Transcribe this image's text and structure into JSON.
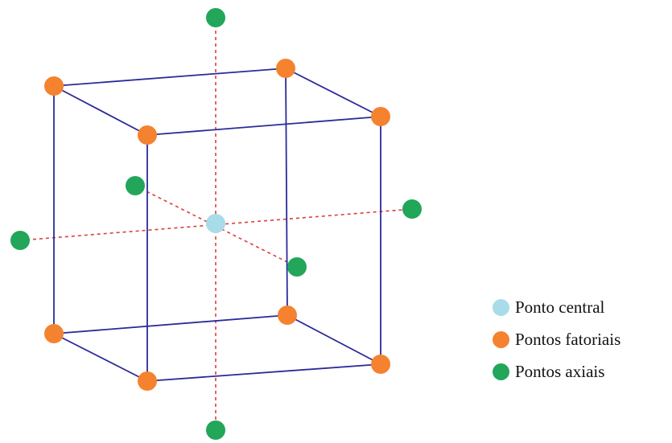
{
  "colors": {
    "central": "#a8dce8",
    "factorial": "#f5822f",
    "axial": "#22a65a",
    "edge": "#2b2b9a",
    "axis": "#d9403a"
  },
  "points": {
    "central": [
      {
        "id": "center"
      }
    ],
    "factorial": [
      {
        "id": "top-back-left"
      },
      {
        "id": "top-back-right"
      },
      {
        "id": "top-front-left"
      },
      {
        "id": "top-front-right"
      },
      {
        "id": "bottom-back-left"
      },
      {
        "id": "bottom-back-right"
      },
      {
        "id": "bottom-front-left"
      },
      {
        "id": "bottom-front-right"
      }
    ],
    "axial": [
      {
        "id": "axial-top"
      },
      {
        "id": "axial-bottom"
      },
      {
        "id": "axial-left"
      },
      {
        "id": "axial-right"
      },
      {
        "id": "axial-back"
      },
      {
        "id": "axial-front"
      }
    ]
  },
  "legend": [
    {
      "label": "Ponto central",
      "color": "#a8dce8",
      "icon": "circle-icon"
    },
    {
      "label": "Pontos fatoriais",
      "color": "#f5822f",
      "icon": "circle-icon"
    },
    {
      "label": "Pontos axiais",
      "color": "#22a65a",
      "icon": "circle-icon"
    }
  ]
}
